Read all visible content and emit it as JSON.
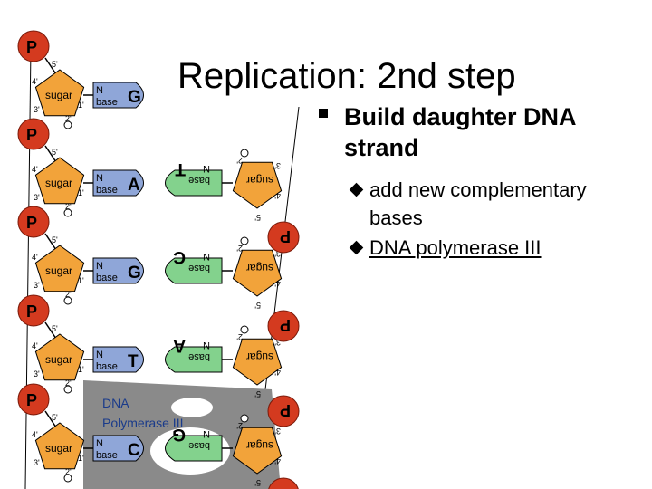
{
  "slide": {
    "title": "Replication: 2nd step",
    "bullet": "Build daughter DNA strand",
    "sub_bullets": [
      {
        "text": "add new complementary bases",
        "underline": false
      },
      {
        "text": "DNA polymerase III",
        "underline": true
      }
    ]
  },
  "diagram": {
    "phosphate": "P",
    "phosphate_flipped": "P",
    "sugar": "sugar",
    "n_label": "N",
    "base_label": "base",
    "carbon_5": "5'",
    "carbon_4": "4'",
    "carbon_3": "3'",
    "carbon_2": "2'",
    "carbon_1": "1'",
    "left_bases": [
      "G",
      "A",
      "G",
      "T",
      "C"
    ],
    "right_bases": [
      "T",
      "C",
      "A",
      "G"
    ],
    "enzyme_label_line1": "DNA",
    "enzyme_label_line2": "Polymerase III"
  },
  "colors": {
    "phosphate": "#d43a1f",
    "sugar": "#f2a33a",
    "base_left": "#8fa6d8",
    "base_right": "#83d28d",
    "enzyme": "#8a8a8a",
    "enzyme_text": "#1a3b8a"
  }
}
